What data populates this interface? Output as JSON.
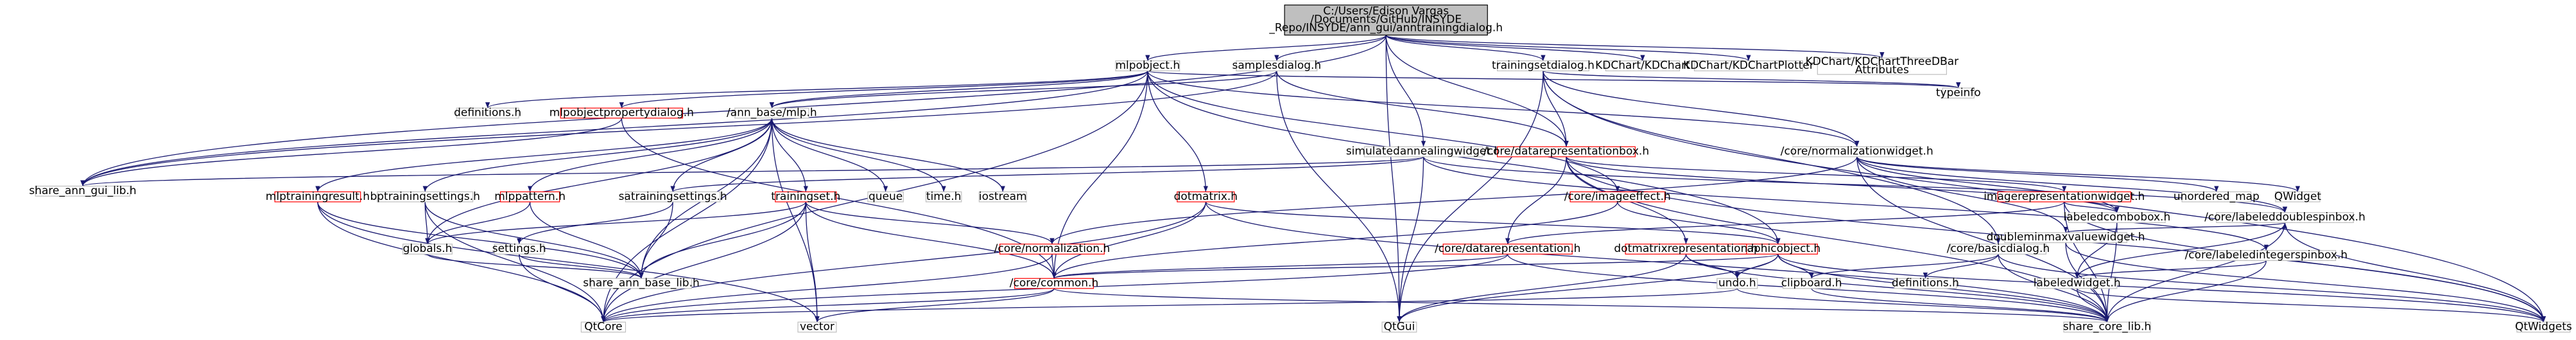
{
  "root": {
    "lines": [
      "C:/Users/Edison Vargas",
      "/Documents/GitHub/INSYDE",
      "_Repo/INSYDE/ann_gui/anntrainingdialog.h"
    ]
  },
  "nodes": {
    "mlpobject": {
      "lines": [
        "mlpobject.h"
      ]
    },
    "samplesdialog": {
      "lines": [
        "samplesdialog.h"
      ]
    },
    "trainingsetdialog": {
      "lines": [
        "trainingsetdialog.h"
      ]
    },
    "kdchart": {
      "lines": [
        "KDChart/KDChart"
      ]
    },
    "kdchartplotter": {
      "lines": [
        "KDChart/KDChartPlotter"
      ]
    },
    "kdchartthreed": {
      "lines": [
        "KDChart/KDChartThreeDBar",
        "Attributes"
      ]
    },
    "typeinfo": {
      "lines": [
        "typeinfo"
      ]
    },
    "definitions_top": {
      "lines": [
        "definitions.h"
      ]
    },
    "mlpobjectproperty": {
      "lines": [
        "mlpobjectpropertydialog.h"
      ]
    },
    "ann_base_mlp": {
      "lines": [
        "/ann_base/mlp.h"
      ]
    },
    "simulatedannealing": {
      "lines": [
        "simulatedannealingwidget.h"
      ]
    },
    "datarepresentationbox": {
      "lines": [
        "/core/datarepresentationbox.h"
      ]
    },
    "normalizationwidget": {
      "lines": [
        "/core/normalizationwidget.h"
      ]
    },
    "share_ann_gui": {
      "lines": [
        "share_ann_gui_lib.h"
      ]
    },
    "mlptrainingresult": {
      "lines": [
        "mlptrainingresult.h"
      ]
    },
    "bptrainingsettings": {
      "lines": [
        "bptrainingsettings.h"
      ]
    },
    "mlppattern": {
      "lines": [
        "mlppattern.h"
      ]
    },
    "satrainingsettings": {
      "lines": [
        "satrainingsettings.h"
      ]
    },
    "trainingset": {
      "lines": [
        "trainingset.h"
      ]
    },
    "queue": {
      "lines": [
        "queue"
      ]
    },
    "timeh": {
      "lines": [
        "time.h"
      ]
    },
    "iostream": {
      "lines": [
        "iostream"
      ]
    },
    "dotmatrix": {
      "lines": [
        "dotmatrix.h"
      ]
    },
    "imageeffect": {
      "lines": [
        "/core/imageeffect.h"
      ]
    },
    "imagerepresentation": {
      "lines": [
        "imagerepresentationwidget.h"
      ]
    },
    "unordered_map": {
      "lines": [
        "unordered_map"
      ]
    },
    "qwidget": {
      "lines": [
        "QWidget"
      ]
    },
    "doubleminmax": {
      "lines": [
        "doubleminmaxvaluewidget.h"
      ]
    },
    "labeledintegerspinbox": {
      "lines": [
        "/core/labeledintegerspinbox.h"
      ]
    },
    "globals": {
      "lines": [
        "globals.h"
      ]
    },
    "settings": {
      "lines": [
        "settings.h"
      ]
    },
    "core_normalization": {
      "lines": [
        "/core/normalization.h"
      ]
    },
    "core_datarepresentation": {
      "lines": [
        "/core/datarepresentation.h"
      ]
    },
    "graphicobject": {
      "lines": [
        "graphicobject.h"
      ]
    },
    "dotmatrixrepresentation": {
      "lines": [
        "dotmatrixrepresentation.h"
      ]
    },
    "basicdialog": {
      "lines": [
        "/core/basicdialog.h"
      ]
    },
    "labeledcombobox": {
      "lines": [
        "labeledcombobox.h"
      ]
    },
    "labeleddoublespinbox": {
      "lines": [
        "/core/labeleddoublespinbox.h"
      ]
    },
    "share_ann_base": {
      "lines": [
        "share_ann_base_lib.h"
      ]
    },
    "core_common": {
      "lines": [
        "/core/common.h"
      ]
    },
    "undoh": {
      "lines": [
        "undo.h"
      ]
    },
    "clipboard": {
      "lines": [
        "clipboard.h"
      ]
    },
    "definitions_core": {
      "lines": [
        "definitions.h"
      ]
    },
    "labeledwidget": {
      "lines": [
        "labeledwidget.h"
      ]
    },
    "qtcore": {
      "lines": [
        "QtCore"
      ]
    },
    "vector": {
      "lines": [
        "vector"
      ]
    },
    "qtgui": {
      "lines": [
        "QtGui"
      ]
    },
    "share_core": {
      "lines": [
        "share_core_lib.h"
      ]
    },
    "qtwidgets": {
      "lines": [
        "QtWidgets"
      ]
    }
  },
  "edges": [
    [
      "root",
      "mlpobject"
    ],
    [
      "root",
      "samplesdialog"
    ],
    [
      "root",
      "trainingsetdialog"
    ],
    [
      "root",
      "kdchart"
    ],
    [
      "root",
      "kdchartplotter"
    ],
    [
      "root",
      "kdchartthreed"
    ],
    [
      "root",
      "simulatedannealing"
    ],
    [
      "root",
      "qtgui"
    ],
    [
      "root",
      "datarepresentationbox"
    ],
    [
      "root",
      "share_ann_gui"
    ],
    [
      "mlpobject",
      "definitions_top"
    ],
    [
      "mlpobject",
      "mlpobjectproperty"
    ],
    [
      "mlpobject",
      "ann_base_mlp"
    ],
    [
      "mlpobject",
      "share_ann_gui"
    ],
    [
      "mlpobject",
      "dotmatrix"
    ],
    [
      "mlpobject",
      "imageeffect"
    ],
    [
      "mlpobject",
      "graphicobject"
    ],
    [
      "mlpobject",
      "qtcore"
    ],
    [
      "mlpobject",
      "core_common"
    ],
    [
      "mlpobject",
      "normalizationwidget"
    ],
    [
      "mlpobject",
      "typeinfo"
    ],
    [
      "samplesdialog",
      "ann_base_mlp"
    ],
    [
      "samplesdialog",
      "qtgui"
    ],
    [
      "samplesdialog",
      "share_ann_gui"
    ],
    [
      "samplesdialog",
      "datarepresentationbox"
    ],
    [
      "trainingsetdialog",
      "datarepresentationbox"
    ],
    [
      "trainingsetdialog",
      "normalizationwidget"
    ],
    [
      "trainingsetdialog",
      "basicdialog"
    ],
    [
      "trainingsetdialog",
      "qtwidgets"
    ],
    [
      "trainingsetdialog",
      "qtgui"
    ],
    [
      "trainingsetdialog",
      "typeinfo"
    ],
    [
      "mlpobjectproperty",
      "share_ann_gui"
    ],
    [
      "mlpobjectproperty",
      "core_common"
    ],
    [
      "ann_base_mlp",
      "mlptrainingresult"
    ],
    [
      "ann_base_mlp",
      "bptrainingsettings"
    ],
    [
      "ann_base_mlp",
      "mlppattern"
    ],
    [
      "ann_base_mlp",
      "satrainingsettings"
    ],
    [
      "ann_base_mlp",
      "trainingset"
    ],
    [
      "ann_base_mlp",
      "queue"
    ],
    [
      "ann_base_mlp",
      "timeh"
    ],
    [
      "ann_base_mlp",
      "iostream"
    ],
    [
      "ann_base_mlp",
      "globals"
    ],
    [
      "ann_base_mlp",
      "share_ann_base"
    ],
    [
      "ann_base_mlp",
      "vector"
    ],
    [
      "ann_base_mlp",
      "qtcore"
    ],
    [
      "simulatedannealing",
      "satrainingsettings"
    ],
    [
      "simulatedannealing",
      "labeledintegerspinbox"
    ],
    [
      "simulatedannealing",
      "labeleddoublespinbox"
    ],
    [
      "simulatedannealing",
      "qtgui"
    ],
    [
      "simulatedannealing",
      "share_ann_gui"
    ],
    [
      "datarepresentationbox",
      "imagerepresentation"
    ],
    [
      "datarepresentationbox",
      "dotmatrixrepresentation"
    ],
    [
      "datarepresentationbox",
      "core_datarepresentation"
    ],
    [
      "datarepresentationbox",
      "labeledcombobox"
    ],
    [
      "datarepresentationbox",
      "share_core"
    ],
    [
      "datarepresentationbox",
      "qtwidgets"
    ],
    [
      "normalizationwidget",
      "doubleminmax"
    ],
    [
      "normalizationwidget",
      "labeledcombobox"
    ],
    [
      "normalizationwidget",
      "labeleddoublespinbox"
    ],
    [
      "normalizationwidget",
      "unordered_map"
    ],
    [
      "normalizationwidget",
      "qwidget"
    ],
    [
      "normalizationwidget",
      "share_core"
    ],
    [
      "normalizationwidget",
      "core_normalization"
    ],
    [
      "mlptrainingresult",
      "qtcore"
    ],
    [
      "mlptrainingresult",
      "share_ann_base"
    ],
    [
      "mlptrainingresult",
      "vector"
    ],
    [
      "bptrainingsettings",
      "globals"
    ],
    [
      "bptrainingsettings",
      "share_ann_base"
    ],
    [
      "bptrainingsettings",
      "qtcore"
    ],
    [
      "mlppattern",
      "globals"
    ],
    [
      "mlppattern",
      "share_ann_base"
    ],
    [
      "satrainingsettings",
      "settings"
    ],
    [
      "satrainingsettings",
      "share_ann_base"
    ],
    [
      "trainingset",
      "core_normalization"
    ],
    [
      "trainingset",
      "core_common"
    ],
    [
      "trainingset",
      "share_ann_base"
    ],
    [
      "trainingset",
      "vector"
    ],
    [
      "trainingset",
      "qtcore"
    ],
    [
      "trainingset",
      "globals"
    ],
    [
      "dotmatrix",
      "core_common"
    ],
    [
      "dotmatrix",
      "graphicobject"
    ],
    [
      "dotmatrix",
      "share_core"
    ],
    [
      "dotmatrix",
      "qtcore"
    ],
    [
      "imageeffect",
      "graphicobject"
    ],
    [
      "imageeffect",
      "core_common"
    ],
    [
      "imagerepresentation",
      "core_datarepresentation"
    ],
    [
      "imagerepresentation",
      "labeledcombobox"
    ],
    [
      "imagerepresentation",
      "qtwidgets"
    ],
    [
      "imagerepresentation",
      "share_core"
    ],
    [
      "doubleminmax",
      "labeleddoublespinbox"
    ],
    [
      "doubleminmax",
      "qtwidgets"
    ],
    [
      "doubleminmax",
      "share_core"
    ],
    [
      "labeledintegerspinbox",
      "share_core"
    ],
    [
      "labeledintegerspinbox",
      "labeledwidget"
    ],
    [
      "globals",
      "share_ann_base"
    ],
    [
      "settings",
      "share_ann_base"
    ],
    [
      "settings",
      "qtcore"
    ],
    [
      "core_normalization",
      "core_common"
    ],
    [
      "core_normalization",
      "qtcore"
    ],
    [
      "core_datarepresentation",
      "core_common"
    ],
    [
      "core_datarepresentation",
      "share_core"
    ],
    [
      "core_datarepresentation",
      "qtcore"
    ],
    [
      "graphicobject",
      "undoh"
    ],
    [
      "graphicobject",
      "clipboard"
    ],
    [
      "graphicobject",
      "core_common"
    ],
    [
      "graphicobject",
      "share_core"
    ],
    [
      "graphicobject",
      "qtgui"
    ],
    [
      "graphicobject",
      "qtwidgets"
    ],
    [
      "dotmatrixrepresentation",
      "undoh"
    ],
    [
      "dotmatrixrepresentation",
      "share_core"
    ],
    [
      "dotmatrixrepresentation",
      "qtgui"
    ],
    [
      "basicdialog",
      "clipboard"
    ],
    [
      "basicdialog",
      "definitions_core"
    ],
    [
      "basicdialog",
      "share_core"
    ],
    [
      "basicdialog",
      "qtwidgets"
    ],
    [
      "labeledcombobox",
      "labeledwidget"
    ],
    [
      "labeledcombobox",
      "share_core"
    ],
    [
      "labeleddoublespinbox",
      "labeledwidget"
    ],
    [
      "labeleddoublespinbox",
      "share_core"
    ],
    [
      "labeleddoublespinbox",
      "qtwidgets"
    ],
    [
      "core_common",
      "qtcore"
    ],
    [
      "core_common",
      "vector"
    ],
    [
      "core_common",
      "share_core"
    ],
    [
      "undoh",
      "share_core"
    ],
    [
      "undoh",
      "qtcore"
    ],
    [
      "clipboard",
      "share_core"
    ],
    [
      "labeledwidget",
      "share_core"
    ],
    [
      "labeledwidget",
      "qtwidgets"
    ]
  ]
}
